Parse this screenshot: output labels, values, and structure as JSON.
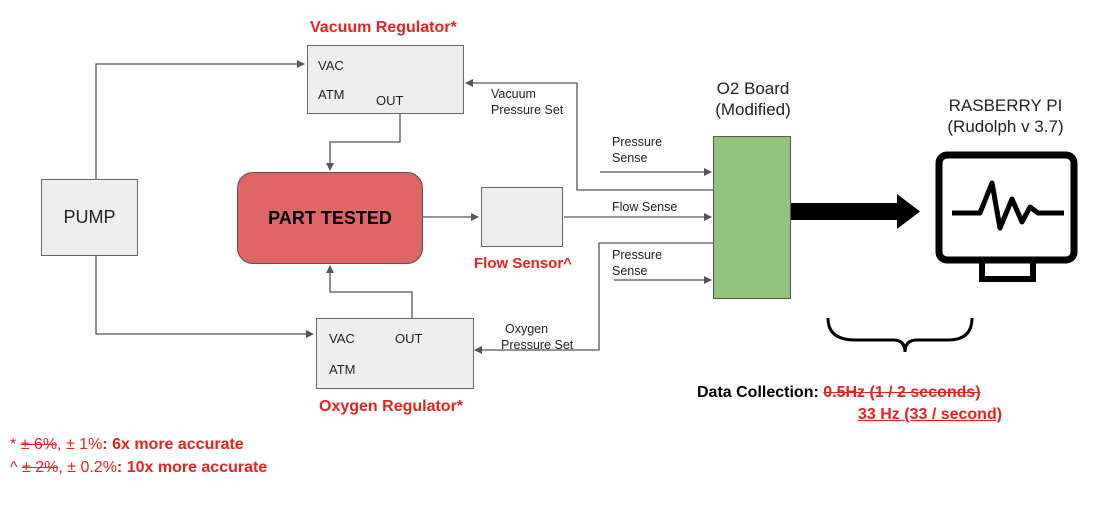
{
  "pump": {
    "label": "PUMP"
  },
  "part_tested": {
    "label": "PART TESTED"
  },
  "vacuum_regulator": {
    "title": "Vacuum Regulator*",
    "vac": "VAC",
    "atm": "ATM",
    "out": "OUT"
  },
  "oxygen_regulator": {
    "title": "Oxygen Regulator*",
    "vac": "VAC",
    "atm": "ATM",
    "out": "OUT"
  },
  "flow_sensor": {
    "title": "Flow Sensor^"
  },
  "o2_board": {
    "line1": "O2 Board",
    "line2": "(Modified)",
    "color": "#93c47d"
  },
  "raspberry_pi": {
    "line1": "RASBERRY PI",
    "line2": "(Rudolph v 3.7)"
  },
  "signals": {
    "vacuum_set_1": "Vacuum",
    "vacuum_set_2": "Pressure Set",
    "pressure_sense_top_1": "Pressure",
    "pressure_sense_top_2": "Sense",
    "flow_sense": "Flow Sense",
    "pressure_sense_bottom_1": "Pressure",
    "pressure_sense_bottom_2": "Sense",
    "oxygen_set_1": "Oxygen",
    "oxygen_set_2": "Pressure Set"
  },
  "data_collection": {
    "label": "Data Collection:",
    "old_rate": "0.5Hz (1 / 2 seconds)",
    "new_rate": "33 Hz (33 / second)"
  },
  "notes": {
    "note1_prefix": "*",
    "note1_old": "± 6%",
    "note1_new": ", ± 1%",
    "note1_result": ": 6x more accurate",
    "note2_prefix": "^",
    "note2_old": "± 2%",
    "note2_new": ", ± 0.2%",
    "note2_result": ": 10x more accurate"
  },
  "colors": {
    "accent_red": "#e8211d",
    "part_fill": "#e06666",
    "box_fill": "#eeeeee"
  }
}
